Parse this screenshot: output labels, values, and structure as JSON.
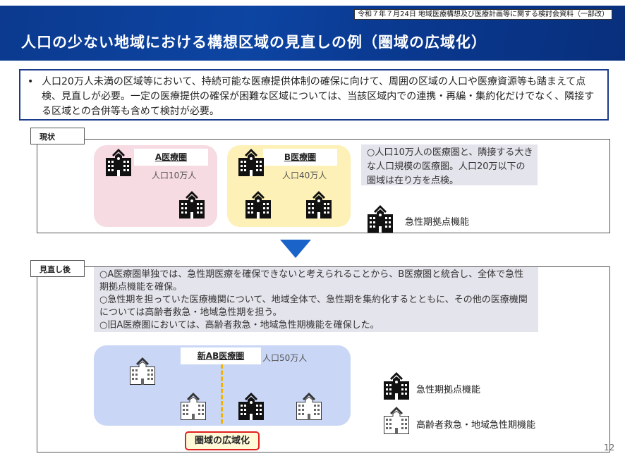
{
  "header": {
    "source": "令和７年７月24日 地域医療構想及び医療計画等に関する検討会資料（一部改）",
    "title": "人口の少ない地域における構想区域の見直しの例（圏域の広域化）"
  },
  "summary": {
    "bullet": "•",
    "text": "人口20万人未満の区域等において、持続可能な医療提供体制の確保に向けて、周囲の区域の人口や医療資源等も踏まえて点検、見直しが必要。一定の医療提供の確保が困難な区域については、当該区域内での連携・再編・集約化だけでなく、隣接する区域との合併等も含めて検討が必要。"
  },
  "current": {
    "tab": "現状",
    "areaA": {
      "name": "A医療圏",
      "population": "人口10万人"
    },
    "areaB": {
      "name": "B医療圏",
      "population": "人口40万人"
    },
    "note": "○人口10万人の医療圏と、隣接する大きな人口規模の医療圏。人口20万以下の圏域は在り方を点検。",
    "legend": "急性期拠点機能"
  },
  "after": {
    "tab": "見直し後",
    "notes": [
      "○A医療圏単独では、急性期医療を確保できないと考えられることから、B医療圏と統合し、全体で急性期拠点機能を確保。",
      "○急性期を担っていた医療機関について、地域全体で、急性期を集約化するとともに、その他の医療機関については高齢者救急・地域急性期を担う。",
      "○旧A医療圏においては、高齢者救急・地域急性期機能を確保した。"
    ],
    "area": {
      "name": "新AB医療圏",
      "population": "人口50万人"
    },
    "legend_filled": "急性期拠点機能",
    "legend_outline": "高齢者救急・地域急性期機能",
    "highlight": "圏域の広域化"
  },
  "page_number": "12",
  "colors": {
    "navy": "#0b3a8f",
    "pink": "#f7dbe2",
    "yellow": "#fdf1b8",
    "blue_area": "#c9d6f5",
    "arrow": "#1a63c9",
    "red": "#e02020"
  }
}
